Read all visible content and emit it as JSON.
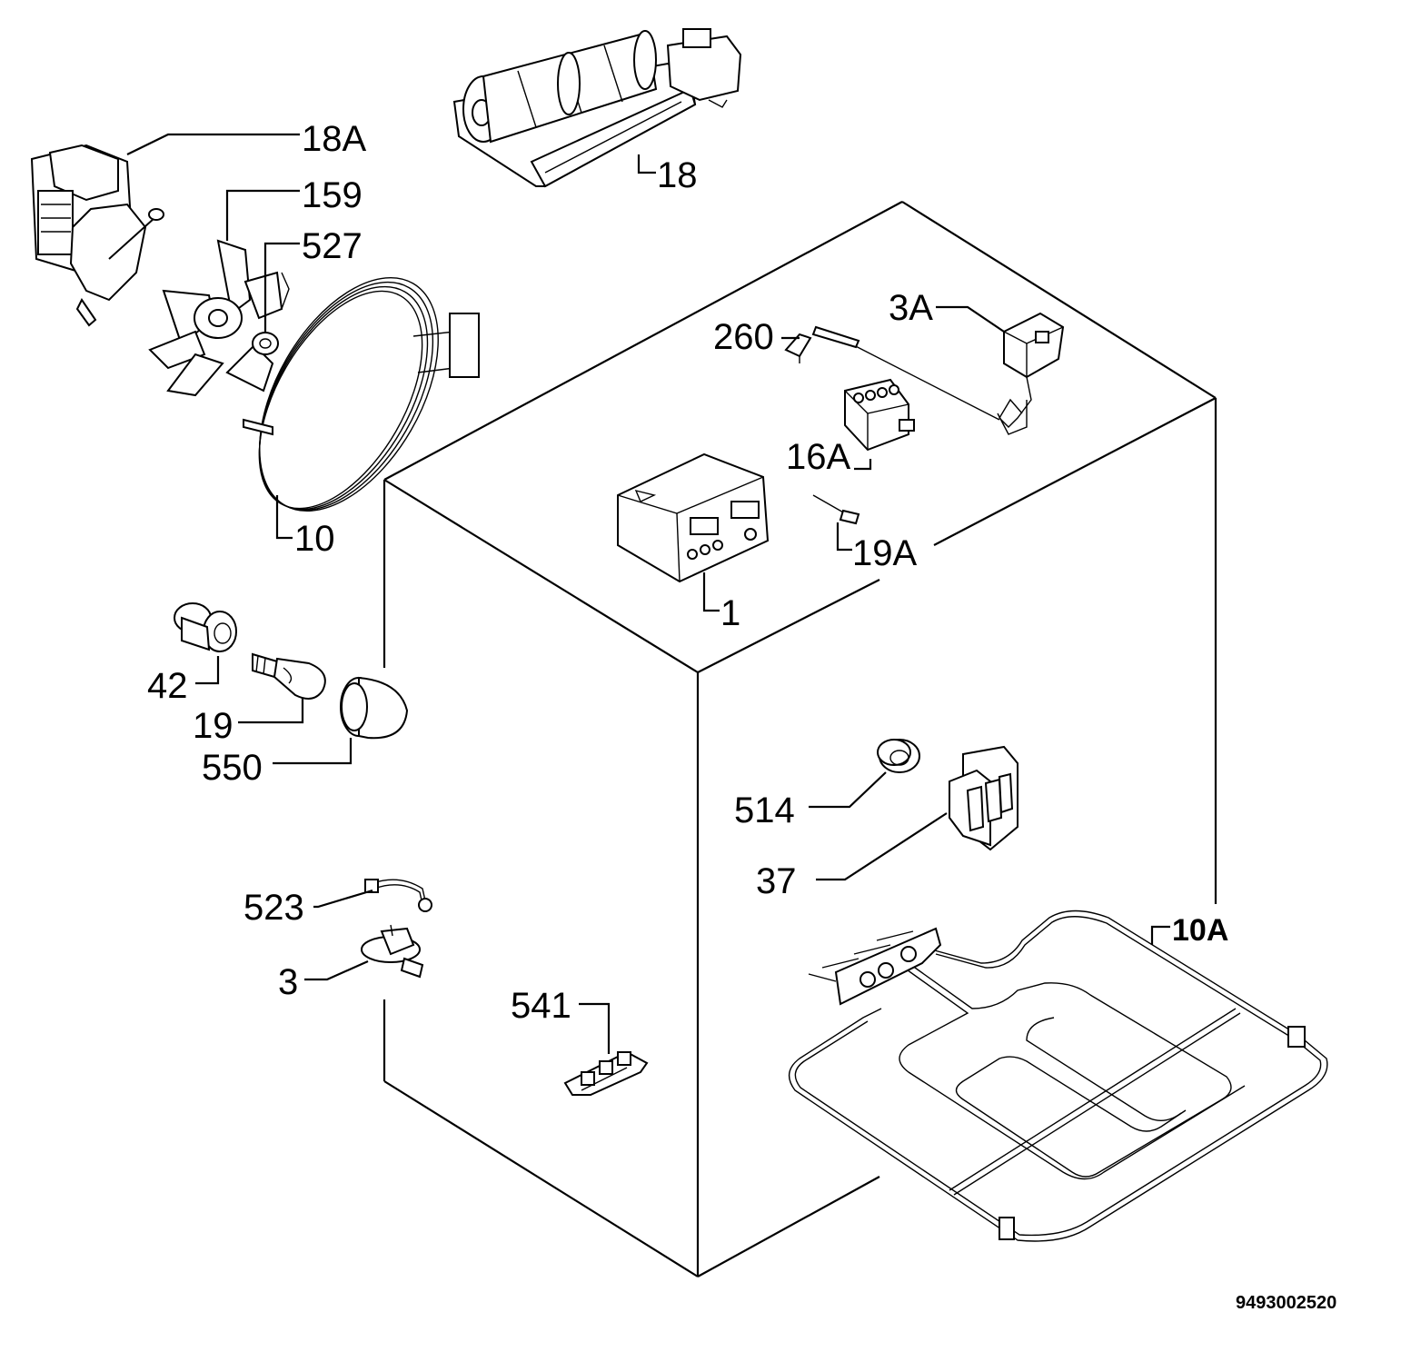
{
  "drawing_number": "9493002520",
  "labels": {
    "l18A": "18A",
    "l18": "18",
    "l159": "159",
    "l527": "527",
    "l10": "10",
    "l3A": "3A",
    "l260": "260",
    "l16A": "16A",
    "l19A": "19A",
    "l1": "1",
    "l42": "42",
    "l19": "19",
    "l550": "550",
    "l514": "514",
    "l37": "37",
    "l10A": "10A",
    "l523": "523",
    "l3": "3",
    "l541": "541"
  }
}
